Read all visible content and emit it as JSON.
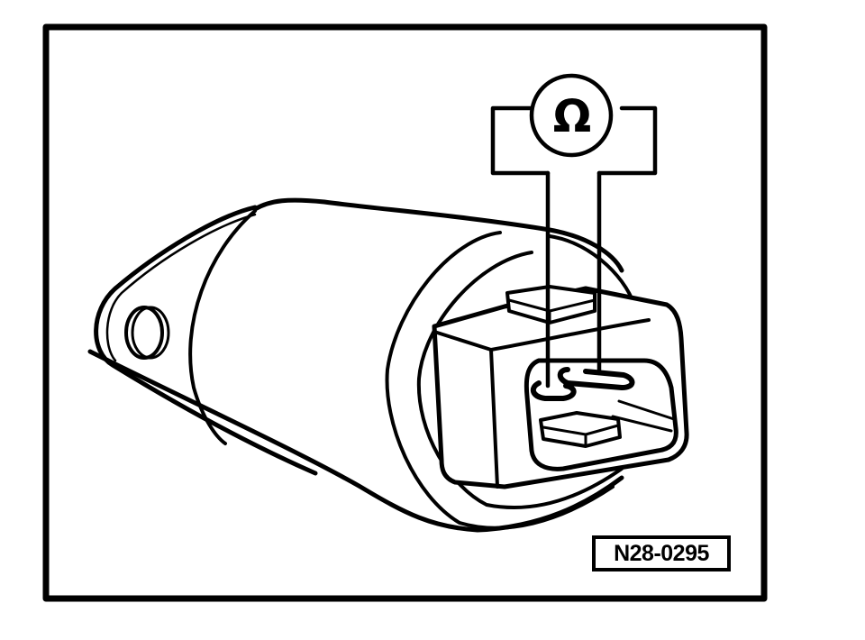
{
  "figure": {
    "type": "technical-line-drawing",
    "subject": "valve/solenoid with electrical connector and ohmmeter test leads",
    "reference_code": "N28-0295",
    "meter_symbol": "Ω",
    "meter_icon": "ohmmeter-icon",
    "colors": {
      "line": "#000000",
      "background": "#ffffff"
    }
  }
}
